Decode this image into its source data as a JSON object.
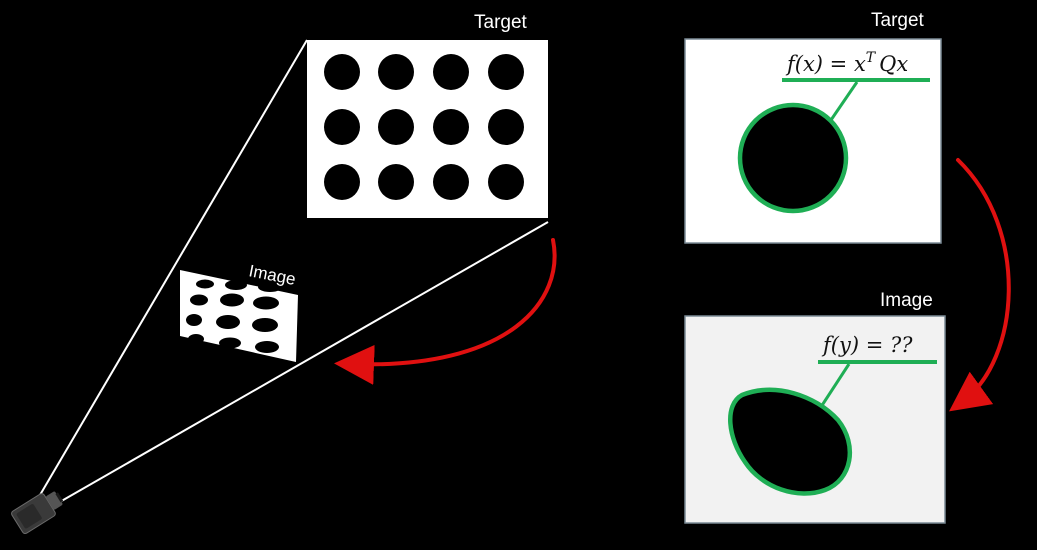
{
  "labels": {
    "left_target": "Target",
    "left_image": "Image",
    "right_target": "Target",
    "right_image": "Image"
  },
  "equations": {
    "target": {
      "lhs": "f(x) = x",
      "sup": "T",
      "rhs": "Qx"
    },
    "image": "f(y) = ??"
  },
  "colors": {
    "background": "#000000",
    "target_panel": "#ffffff",
    "image_panel": "#f2f2f2",
    "contour": "#1fae55",
    "transform_arrow": "#e01010",
    "projection_lines": "#ffffff",
    "dots": "#000000"
  },
  "icons": {
    "camera": "camera-icon"
  }
}
